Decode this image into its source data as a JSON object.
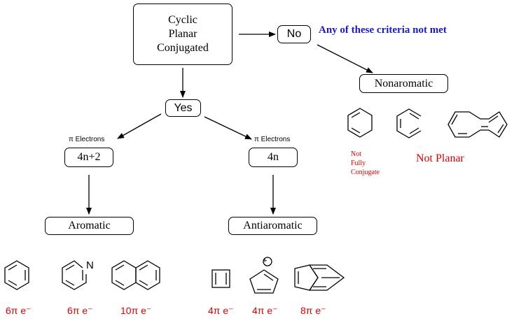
{
  "flowchart": {
    "criteria": [
      "Cyclic",
      "Planar",
      "Conjugated"
    ],
    "no_label": "No",
    "criteria_note": "Any of these criteria not met",
    "yes_label": "Yes",
    "nonaromatic_label": "Nonaromatic",
    "left_branch": {
      "pi_label": "π Electrons",
      "rule": "4n+2",
      "result": "Aromatic"
    },
    "right_branch": {
      "pi_label": "π Electrons",
      "rule": "4n",
      "result": "Antiaromatic"
    }
  },
  "nonaromatic_examples": {
    "not_conjugated_note": [
      "Not",
      "Fully",
      "Conjugate"
    ],
    "not_planar_note": "Not Planar"
  },
  "aromatic_examples": {
    "benzene_count": "6π e⁻",
    "pyridine_count": "6π e⁻",
    "pyridine_atom": "N",
    "naphthalene_count": "10π e⁻"
  },
  "antiaromatic_examples": {
    "cyclobutadiene_count": "4π e⁻",
    "cation_count": "4π e⁻",
    "cation_charge": "+",
    "pentalene_count": "8π e⁻"
  },
  "colors": {
    "note_blue": "#1a1acc",
    "note_red": "#e00000",
    "line": "#000000"
  }
}
